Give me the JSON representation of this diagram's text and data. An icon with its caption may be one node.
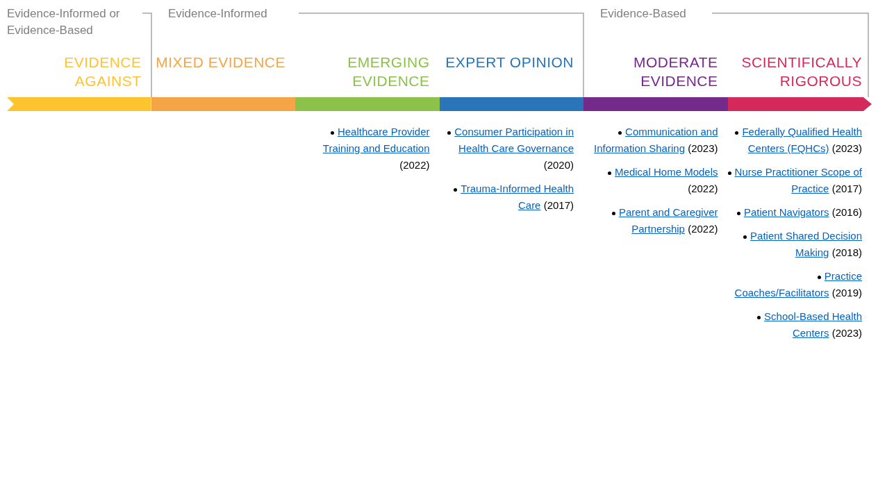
{
  "diagram": {
    "nodes": [
      {
        "text": [
          "EVIDENCE AGAINST"
        ]
      },
      {
        "text": [
          "MIXED EVIDENCE"
        ]
      },
      {
        "text": [
          "EMERGING EVIDENCE"
        ],
        "beside": [
          "Healthcare Provider Training and Education",
          "(2022)"
        ]
      },
      {
        "text": [
          "EXPERT OPINION"
        ],
        "beside": [
          "Consumer Participation in Health Care Governance",
          "(2020)",
          "Trauma-Informed Health Care",
          "(2017)"
        ]
      },
      {
        "text": [
          "MODERATE EVIDENCE"
        ],
        "beside": [
          "Communication and Information Sharing",
          "(2023)",
          "Medical Home Models",
          "(2022)",
          "Parent and Caregiver Partnership",
          "(2022)"
        ]
      },
      {
        "text": [
          "SCIENTIFICALLY RIGOROUS"
        ],
        "beside": [
          "Federally Qualified Health Centers (FQHCs)",
          "(2023)",
          "Nurse Practitioner Scope of Practice",
          "(2017)",
          "Patient Navigators",
          "(2016)",
          "Patient Shared Decision Making",
          "(2018)",
          "Practice Coaches/Facilitators",
          "(2019)",
          "School-Based Health Centers",
          "(2023)"
        ]
      }
    ],
    "labels": [
      "Evidence-Informed or Evidence-Based",
      "Evidence-Informed",
      "Evidence-Based"
    ]
  }
}
